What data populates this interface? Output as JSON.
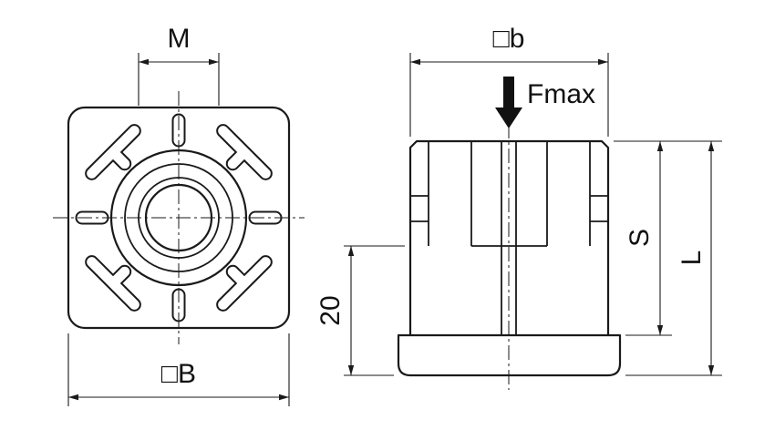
{
  "colors": {
    "line": "#1a1a1a",
    "background": "#ffffff"
  },
  "front_view": {
    "thread_label": "M",
    "outer_square_label": "□B"
  },
  "side_view": {
    "tube_square_label": "□b",
    "force_label": "Fmax",
    "insert_depth_label": "S",
    "overall_length_label": "L",
    "base_section_label": "20"
  }
}
